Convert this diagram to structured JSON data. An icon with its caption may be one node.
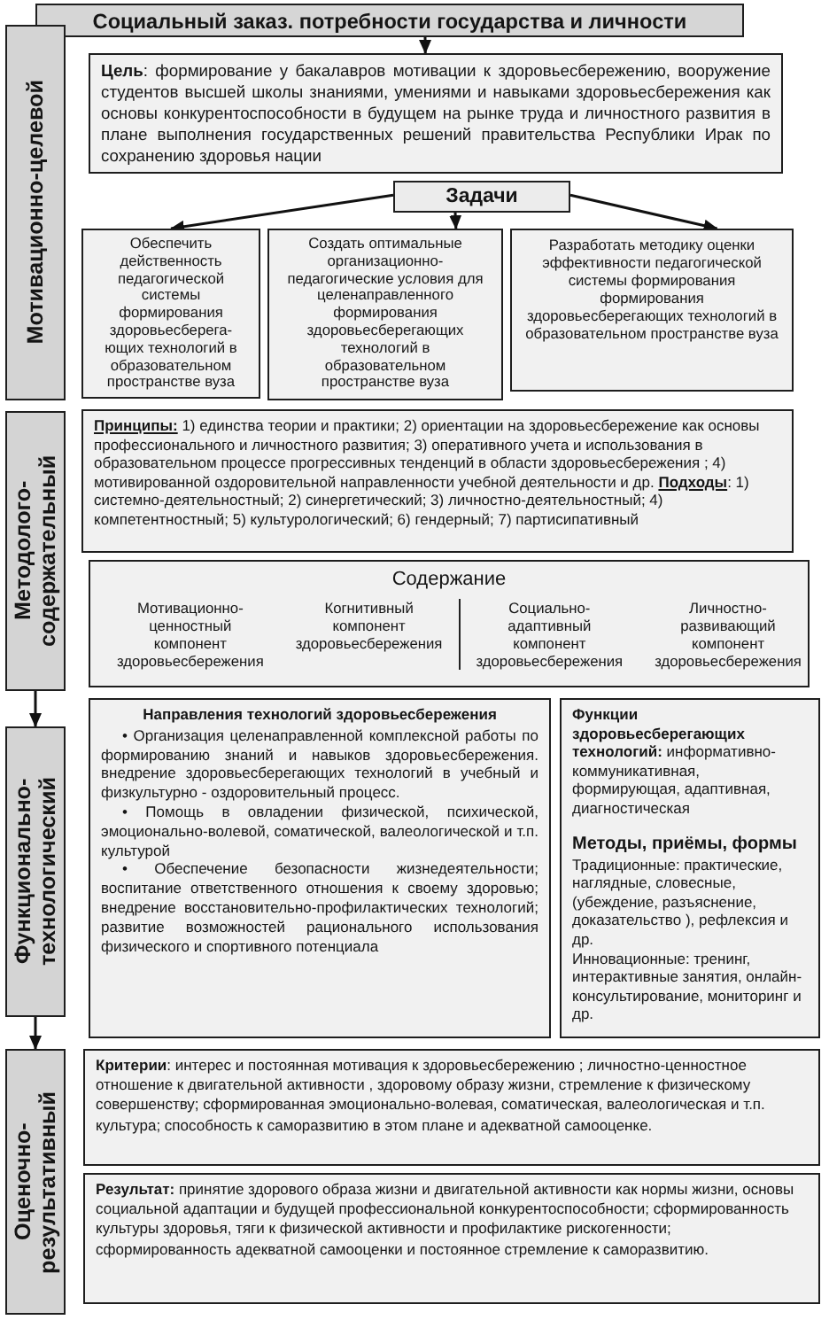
{
  "diagram": {
    "nodes": [
      {
        "text": [
          "Социальный заказ. потребности государства и личности"
        ]
      },
      {
        "text": [
          "Мотивационно-целевой"
        ]
      },
      {
        "text": [
          "**Цель**: формирование у бакалавров мотивации к здоровьесбережению, вооружение студентов высшей школы знаниями, умениями и навыками здоровьесбережения как основы конкурентоспособности в будущем на рынке труда и личностного развития в плане выполнения государственных решений правительства Республики Ирак по сохранению здоровья нации"
        ]
      },
      {
        "text": [
          "Задачи"
        ]
      },
      {
        "text": [
          "Обеспечить действенность педагогической системы формирования здоровьесберега-ющих технологий в образовательном пространстве вуза"
        ]
      },
      {
        "text": [
          "Создать оптимальные организационно-педагогические условия для целенаправленного формирования здоровьесберегающих технологий в образовательном пространстве вуза"
        ]
      },
      {
        "text": [
          "Разработать методику оценки эффективности педагогической системы формирования формирования здоровьесберегающих технологий в образовательном пространстве вуза"
        ]
      },
      {
        "text": [
          "Методолого-содержательный"
        ]
      },
      {
        "text": [
          "**Принципы:** 1) единства теории и практики; 2) ориентации на здоровьесбережение как основы профессионального и личностного развития; 3) оперативного учета и использования в образовательном процессе прогрессивных тенденций в области здоровьесбережения ; 4) мотивированной оздоровительной направленности учебной деятельности и др. **Подходы**: 1) системно-деятельностный; 2) синергетический; 3) личностно-деятельностный; 4) компетентностный; 5) культурологический; 6) гендерный; 7) партисипативный"
        ]
      },
      {
        "text": [
          "Содержание",
          "Мотивационно-ценностный компонент здоровьесбережения",
          "Когнитивный компонент здоровьесбережения",
          "Социально-адаптивный компонент здоровьесбережения",
          "Личностно-развивающий компонент здоровьесбережения"
        ]
      },
      {
        "text": [
          "Функционально-технологический"
        ]
      },
      {
        "text": [
          "Направления технологий здоровьесбережения",
          "• Организация целенаправленной комплексной работы по формированию знаний и навыков здоровьесбережения. внедрение здоровьесберегающих технологий в учебный и физкультурно - оздоровительный процесс.",
          "• Помощь в овладении физической, психической, эмоционально-волевой, соматической, валеологической и т.п. культурой",
          "• Обеспечение безопасности жизнедеятельности; воспитание ответственного отношения к своему здоровью; внедрение восстановительно-профилактических технологий; развитие возможностей рационального использования физического и спортивного потенциала"
        ]
      },
      {
        "text": [
          "**Функции здоровьесберегающих технологий:** информативно-коммуникативная, формирующая, адаптивная, диагностическая",
          "Методы, приёмы, формы",
          "Традиционные: практические, наглядные, словесные, (убеждение, разъяснение, доказательство ), рефлексия и др.",
          "Инновационные: тренинг, интерактивные занятия, онлайн-консультирование, мониторинг и др."
        ]
      },
      {
        "text": [
          "Оценочно-результативный"
        ]
      },
      {
        "text": [
          "**Критерии**: интерес и постоянная мотивация к здоровьесбережению ; личностно-ценностное отношение к двигательной активности , здоровому образу жизни, стремление к физическому совершенству; сформированная эмоционально-волевая, соматическая, валеологическая и т.п. культура; способность к саморазвитию в этом плане и адекватной самооценке."
        ]
      },
      {
        "text": [
          "**Результат:** принятие здорового образа жизни и двигательной активности как нормы жизни, основы социальной адаптации и будущей профессиональной конкурентоспособности; сформированность культуры здоровья, тяги к физической активности и профилактике рискогенности; сформированность адекватной самооценки и постоянное стремление к саморазвитию."
        ]
      }
    ],
    "edges": [
      {
        "from": 0,
        "to": 2,
        "arrow": "to"
      },
      {
        "from": 3,
        "to": 4,
        "arrow": "to"
      },
      {
        "from": 3,
        "to": 5,
        "arrow": "to"
      },
      {
        "from": 3,
        "to": 6,
        "arrow": "to"
      },
      {
        "from": 7,
        "to": 10,
        "arrow": "to"
      },
      {
        "from": 10,
        "to": 13,
        "arrow": "to"
      }
    ]
  }
}
